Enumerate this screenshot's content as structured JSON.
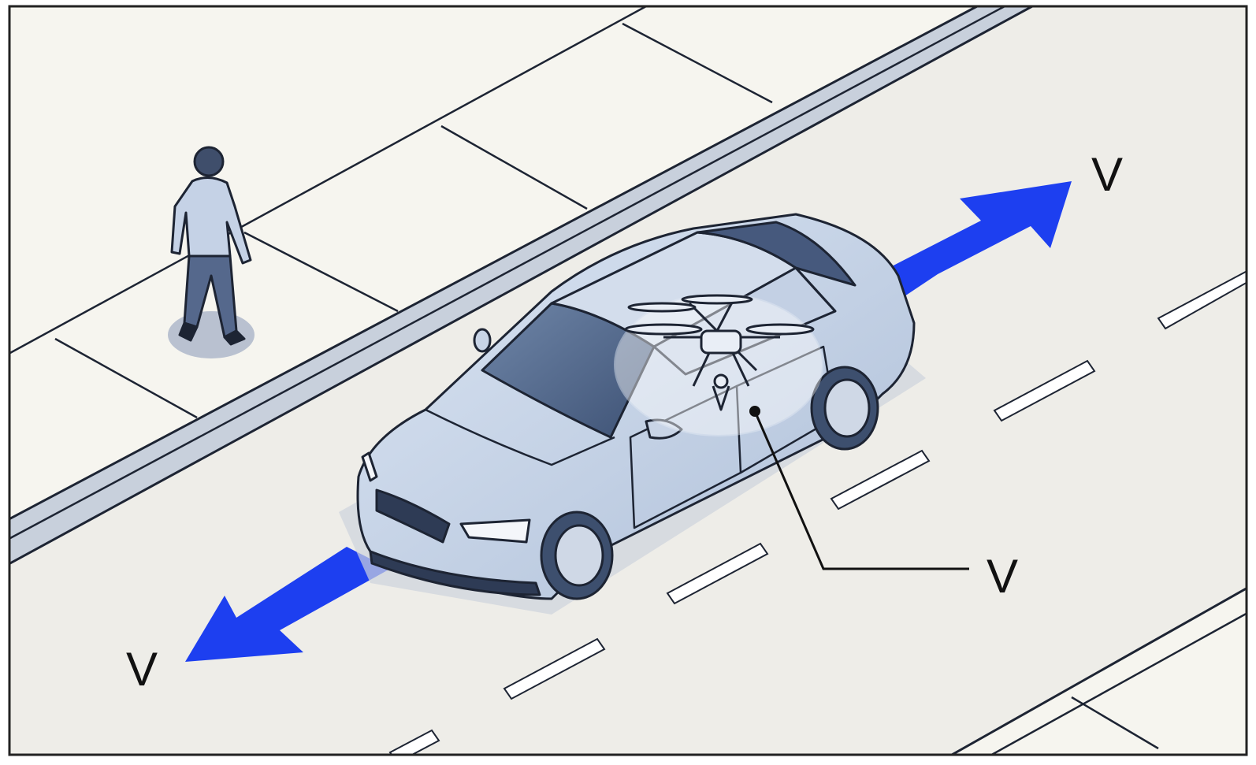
{
  "labels": {
    "top_right_arrow": "V",
    "bottom_left_arrow": "V",
    "callout": "V"
  },
  "colors": {
    "arrow": "#1d3ff0",
    "car_body": "#c7d6ea",
    "car_dark": "#3d4f6e",
    "road": "#ecebe6",
    "sidewalk": "#f5f4ee",
    "outline": "#1d2433",
    "frame": "#222222"
  },
  "icons": {
    "pedestrian": "person-walking-icon",
    "car": "sedan-car-icon",
    "drone": "quadcopter-drone-icon"
  }
}
